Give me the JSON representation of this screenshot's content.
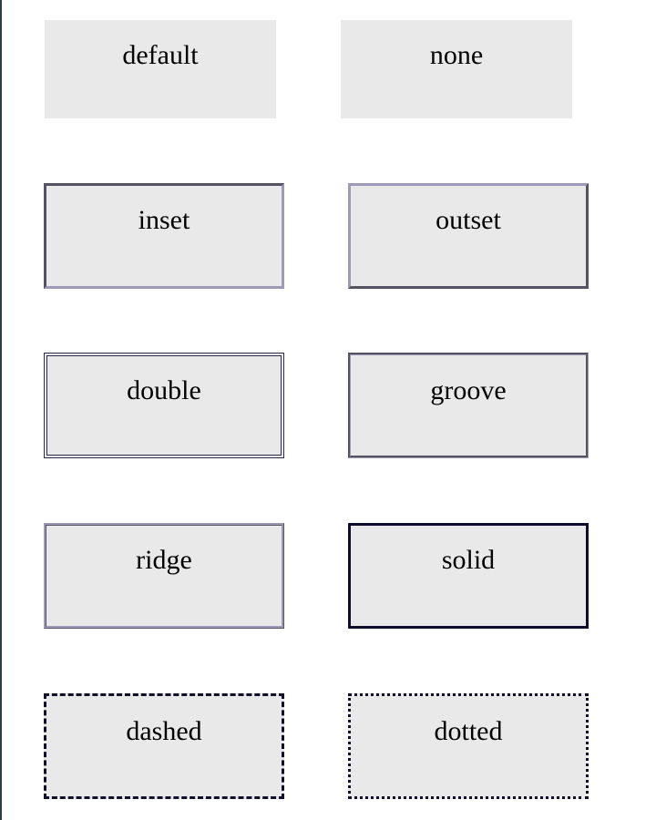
{
  "boxes": {
    "default": "default",
    "none": "none",
    "inset": "inset",
    "outset": "outset",
    "double": "double",
    "groove": "groove",
    "ridge": "ridge",
    "solid": "solid",
    "dashed": "dashed",
    "dotted": "dotted"
  },
  "colors": {
    "box_background": "#e9e9e9",
    "dark_border": "#0f0f2a",
    "light_border": "#9f99b6",
    "left_edge": "#2f3f45"
  }
}
